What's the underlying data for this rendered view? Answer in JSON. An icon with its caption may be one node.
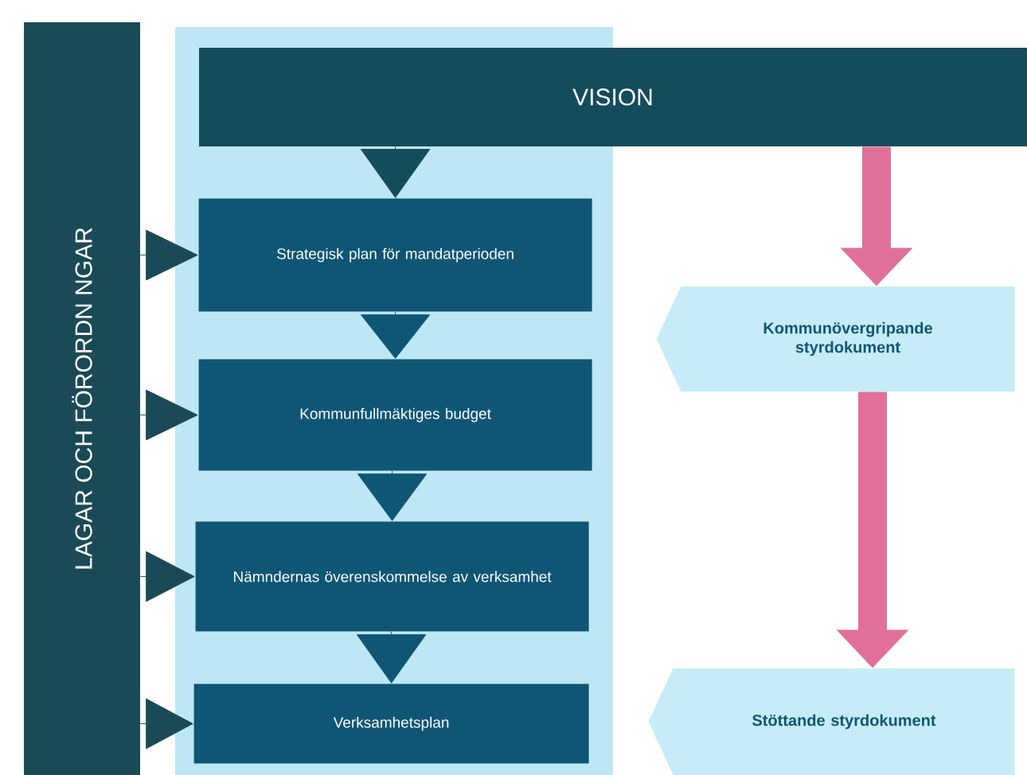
{
  "diagram": {
    "nodes": [
      {
        "text": [
          "LAGAR OCH FÖRORDN NGAR"
        ]
      },
      {
        "text": [],
        "shape": "box"
      },
      {
        "text": [
          "VISION"
        ]
      },
      {
        "text": [
          "Strategisk plan för mandatperioden"
        ],
        "in": 1
      },
      {
        "text": [
          "Kommunfullmäktiges budget"
        ],
        "in": 1
      },
      {
        "text": [
          "Nämndernas överenskommelse av verksamhet"
        ],
        "in": 1
      },
      {
        "text": [
          "Verksamhetsplan"
        ],
        "in": 1
      },
      {
        "text": [
          "Kommunövergripande styrdokument"
        ]
      },
      {
        "text": [
          "Stöttande styrdokument"
        ]
      }
    ],
    "edges": [
      {
        "from": 2,
        "to": 3,
        "arrow": "to"
      },
      {
        "from": 3,
        "to": 4,
        "arrow": "to"
      },
      {
        "from": 4,
        "to": 5,
        "arrow": "to"
      },
      {
        "from": 5,
        "to": 6,
        "arrow": "to"
      },
      {
        "from": 0,
        "to": 3,
        "arrow": "to"
      },
      {
        "from": 0,
        "to": 4,
        "arrow": "to"
      },
      {
        "from": 0,
        "to": 5,
        "arrow": "to"
      },
      {
        "from": 0,
        "to": 6,
        "arrow": "to"
      },
      {
        "from": 2,
        "to": 7,
        "arrow": "to",
        "style": "thick",
        "color": "#e0709a"
      },
      {
        "from": 7,
        "to": 8,
        "arrow": "to",
        "style": "thick",
        "color": "#e0709a"
      }
    ]
  }
}
